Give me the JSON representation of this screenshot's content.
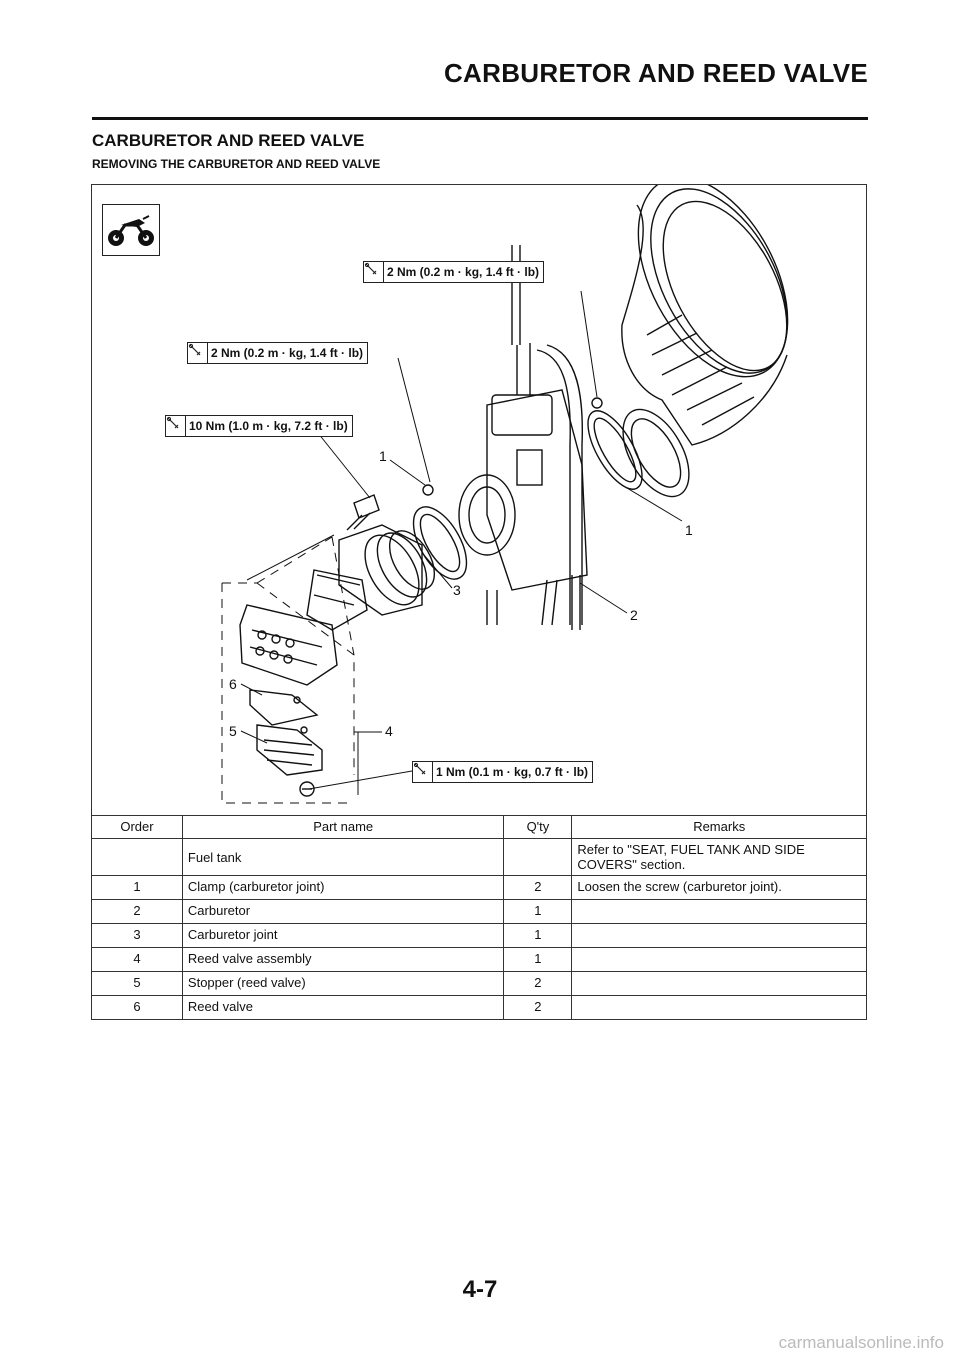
{
  "header": {
    "title": "CARBURETOR AND REED VALVE"
  },
  "section": {
    "title": "CARBURETOR AND REED VALVE",
    "subtitle": "REMOVING THE CARBURETOR AND REED VALVE"
  },
  "figure": {
    "torque_specs": [
      "2 Nm (0.2 m · kg, 1.4 ft · lb)",
      "2 Nm (0.2 m · kg, 1.4 ft · lb)",
      "10 Nm (1.0 m · kg, 7.2 ft · lb)",
      "1 Nm (0.1 m · kg, 0.7 ft · lb)"
    ],
    "callouts": [
      "1",
      "1",
      "2",
      "3",
      "4",
      "5",
      "6"
    ]
  },
  "table": {
    "headers": [
      "Order",
      "Part name",
      "Q'ty",
      "Remarks"
    ],
    "rows": [
      {
        "order": "",
        "part": "Fuel tank",
        "qty": "",
        "remarks": "Refer to \"SEAT, FUEL TANK AND SIDE COVERS\" section."
      },
      {
        "order": "1",
        "part": "Clamp (carburetor joint)",
        "qty": "2",
        "remarks": "Loosen the screw (carburetor joint)."
      },
      {
        "order": "2",
        "part": "Carburetor",
        "qty": "1",
        "remarks": ""
      },
      {
        "order": "3",
        "part": "Carburetor joint",
        "qty": "1",
        "remarks": ""
      },
      {
        "order": "4",
        "part": "Reed valve assembly",
        "qty": "1",
        "remarks": ""
      },
      {
        "order": "5",
        "part": "Stopper (reed valve)",
        "qty": "2",
        "remarks": ""
      },
      {
        "order": "6",
        "part": "Reed valve",
        "qty": "2",
        "remarks": ""
      }
    ]
  },
  "footer": {
    "page_number": "4-7",
    "watermark": "carmanualsonline.info"
  },
  "icons": [
    "motorcycle-icon",
    "torque-wrench-icon"
  ]
}
